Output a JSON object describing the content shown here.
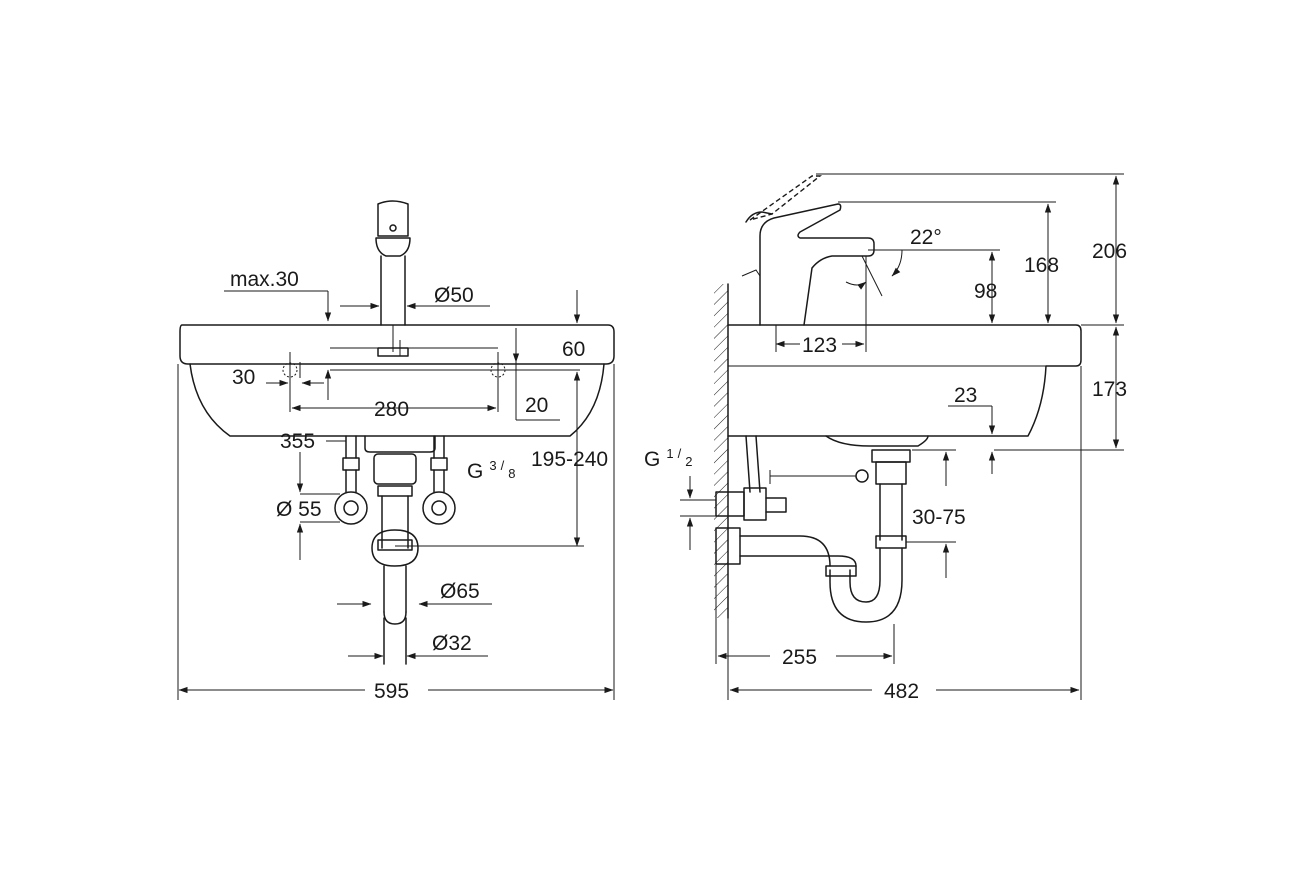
{
  "front_view": {
    "max_depth": "max.30",
    "spout_dia": "Ø50",
    "rim_height": "60",
    "side_hole": "30",
    "hole_spacing": "280",
    "hole_offset": "20",
    "supply_height": "355",
    "drain_range": "195-240",
    "thread_g": "G",
    "thread_num": "3",
    "thread_den": "8",
    "rosette_dia": "Ø 55",
    "trap_dia": "Ø65",
    "drain_dia": "Ø32",
    "width": "595"
  },
  "side_view": {
    "angle": "22°",
    "height_168": "168",
    "height_206": "206",
    "height_98": "98",
    "reach": "123",
    "basin_height": "173",
    "drain_offset": "23",
    "thread_g": "G",
    "thread_num": "1",
    "thread_den": "2",
    "trap_range": "30-75",
    "wall_dist": "255",
    "depth": "482"
  }
}
